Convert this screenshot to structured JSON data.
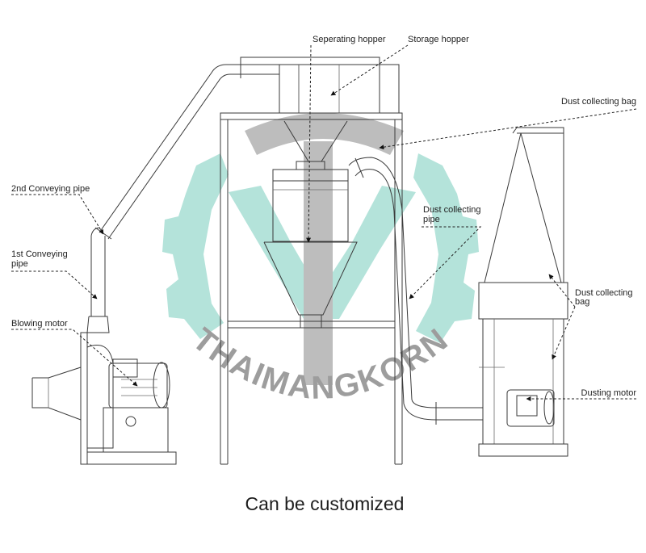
{
  "labels": {
    "separating_hopper": "Seperating hopper",
    "storage_hopper": "Storage hopper",
    "dust_bag_top": "Dust collecting bag",
    "second_pipe": "2nd  Conveying pipe",
    "first_pipe_l1": "1st  Conveying",
    "first_pipe_l2": "pipe",
    "dust_pipe_l1": "Dust collecting",
    "dust_pipe_l2": "pipe",
    "blowing_motor": "Blowing motor",
    "dust_bag_right_l1": "Dust collecting",
    "dust_bag_right_l2": "bag",
    "dusting_motor": "Dusting motor"
  },
  "watermark": "THAIMANGKORN",
  "caption": "Can be customized",
  "colors": {
    "logo_teal": "#b4e3da",
    "logo_gray": "#bdbdbd",
    "line": "#3a3a3a"
  }
}
